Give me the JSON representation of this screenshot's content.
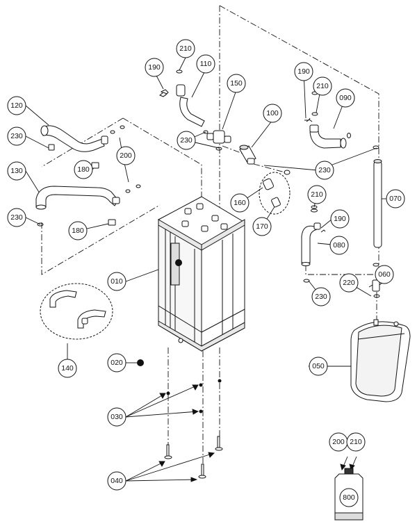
{
  "diagram": {
    "colors": {
      "line": "#111111",
      "fill": "#ffffff",
      "shade": "#d9d9d9",
      "dark": "#222222"
    },
    "parts": {
      "p010": "010",
      "p020": "020",
      "p030": "030",
      "p040": "040",
      "p050": "050",
      "p060": "060",
      "p070": "070",
      "p080": "080",
      "p090": "090",
      "p100": "100",
      "p110": "110",
      "p120": "120",
      "p130": "130",
      "p140": "140",
      "p150": "150",
      "p160": "160",
      "p170": "170",
      "p180a": "180",
      "p180b": "180",
      "p190a": "190",
      "p190b": "190",
      "p190c": "190",
      "p200a": "200",
      "p200b": "200",
      "p210a": "210",
      "p210b": "210",
      "p210c": "210",
      "p210d": "210",
      "p220": "220",
      "p230a": "230",
      "p230b": "230",
      "p230c": "230",
      "p230d": "230",
      "p230e": "230",
      "p800": "800"
    }
  }
}
